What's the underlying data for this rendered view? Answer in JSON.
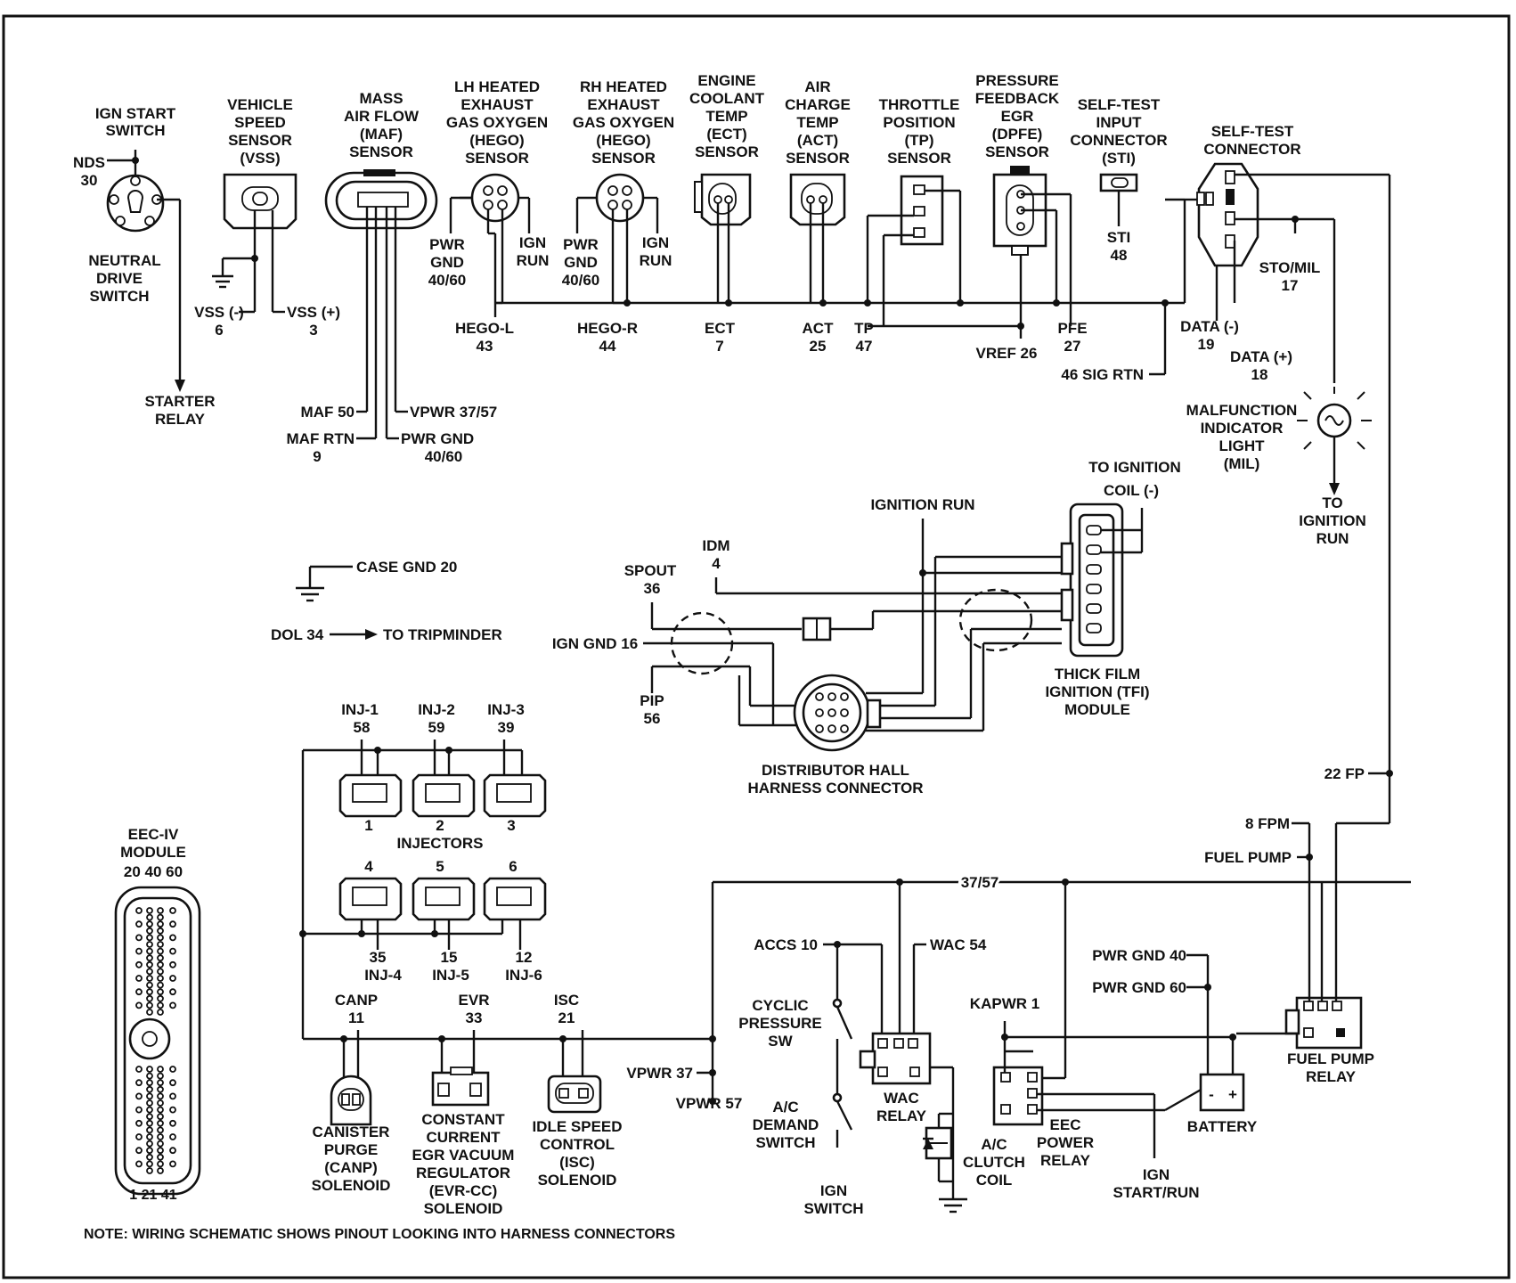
{
  "components": {
    "ign_start_switch": [
      "IGN START",
      "SWITCH"
    ],
    "vss_sensor": [
      "VEHICLE",
      "SPEED",
      "SENSOR",
      "(VSS)"
    ],
    "maf_sensor": [
      "MASS",
      "AIR FLOW",
      "(MAF)",
      "SENSOR"
    ],
    "lh_hego": [
      "LH HEATED",
      "EXHAUST",
      "GAS OXYGEN",
      "(HEGO)",
      "SENSOR"
    ],
    "rh_hego": [
      "RH HEATED",
      "EXHAUST",
      "GAS OXYGEN",
      "(HEGO)",
      "SENSOR"
    ],
    "ect_sensor": [
      "ENGINE",
      "COOLANT",
      "TEMP",
      "(ECT)",
      "SENSOR"
    ],
    "act_sensor": [
      "AIR",
      "CHARGE",
      "TEMP",
      "(ACT)",
      "SENSOR"
    ],
    "tp_sensor": [
      "THROTTLE",
      "POSITION",
      "(TP)",
      "SENSOR"
    ],
    "dpfe_sensor": [
      "PRESSURE",
      "FEEDBACK",
      "EGR",
      "(DPFE)",
      "SENSOR"
    ],
    "sti_connector": [
      "SELF-TEST",
      "INPUT",
      "CONNECTOR",
      "(STI)"
    ],
    "self_test_connector": [
      "SELF-TEST",
      "CONNECTOR"
    ],
    "neutral_drive_switch": [
      "NEUTRAL",
      "DRIVE",
      "SWITCH"
    ],
    "starter_relay": [
      "STARTER",
      "RELAY"
    ],
    "mil": [
      "MALFUNCTION",
      "INDICATOR",
      "LIGHT",
      "(MIL)"
    ],
    "to_ignition_run": [
      "TO",
      "IGNITION",
      "RUN"
    ],
    "to_ignition_coil": [
      "TO IGNITION",
      "COIL (-)"
    ],
    "tfi_module": [
      "THICK FILM",
      "IGNITION (TFI)",
      "MODULE"
    ],
    "distributor": [
      "DISTRIBUTOR HALL",
      "HARNESS CONNECTOR"
    ],
    "eec_module": [
      "EEC-IV",
      "MODULE",
      "20  40  60"
    ],
    "eec_module_bottom": "1   21   41",
    "injectors": "INJECTORS",
    "canister": [
      "CANISTER",
      "PURGE",
      "(CANP)",
      "SOLENOID"
    ],
    "evr": [
      "CONSTANT",
      "CURRENT",
      "EGR VACUUM",
      "REGULATOR",
      "(EVR-CC)",
      "SOLENOID"
    ],
    "isc": [
      "IDLE SPEED",
      "CONTROL",
      "(ISC)",
      "SOLENOID"
    ],
    "cyclic_sw": [
      "CYCLIC",
      "PRESSURE",
      "SW"
    ],
    "ac_demand": [
      "A/C",
      "DEMAND",
      "SWITCH"
    ],
    "ign_switch": [
      "IGN",
      "SWITCH"
    ],
    "wac_relay": [
      "WAC",
      "RELAY"
    ],
    "ac_clutch": [
      "A/C",
      "CLUTCH",
      "COIL"
    ],
    "eec_power_relay": [
      "EEC",
      "POWER",
      "RELAY"
    ],
    "ign_start_run": [
      "IGN",
      "START/RUN"
    ],
    "battery": "BATTERY",
    "fuel_pump_relay": [
      "FUEL PUMP",
      "RELAY"
    ]
  },
  "pins": {
    "nds": [
      "NDS",
      "30"
    ],
    "vss_neg": [
      "VSS (-)",
      "6"
    ],
    "vss_pos": [
      "VSS (+)",
      "3"
    ],
    "maf50": "MAF 50",
    "maf_rtn": [
      "MAF RTN",
      "9"
    ],
    "vpwr": "VPWR 37/57",
    "pwr_gnd": [
      "PWR GND",
      "40/60"
    ],
    "pwr_gnd_lh": [
      "PWR",
      "GND",
      "40/60"
    ],
    "ign_run_lh": [
      "IGN",
      "RUN"
    ],
    "pwr_gnd_rh": [
      "PWR",
      "GND",
      "40/60"
    ],
    "ign_run_rh": [
      "IGN",
      "RUN"
    ],
    "hego_l": [
      "HEGO-L",
      "43"
    ],
    "hego_r": [
      "HEGO-R",
      "44"
    ],
    "ect": [
      "ECT",
      "7"
    ],
    "act": [
      "ACT",
      "25"
    ],
    "tp": [
      "TP",
      "47"
    ],
    "vref": "VREF 26",
    "pfe": [
      "PFE",
      "27"
    ],
    "sig_rtn": "46  SIG RTN",
    "sti": [
      "STI",
      "48"
    ],
    "data_neg": [
      "DATA (-)",
      "19"
    ],
    "data_pos": [
      "DATA (+)",
      "18"
    ],
    "sto_mil": [
      "STO/MIL",
      "17"
    ],
    "case_gnd": "CASE GND 20",
    "dol": "DOL 34",
    "tripminder": "TO TRIPMINDER",
    "ignition_run": "IGNITION RUN",
    "idm": [
      "IDM",
      "4"
    ],
    "spout": [
      "SPOUT",
      "36"
    ],
    "ign_gnd": "IGN GND 16",
    "pip": [
      "PIP",
      "56"
    ],
    "inj1": [
      "INJ-1",
      "58"
    ],
    "inj2": [
      "INJ-2",
      "59"
    ],
    "inj3": [
      "INJ-3",
      "39"
    ],
    "inj_nums_top": [
      "1",
      "2",
      "3"
    ],
    "inj_nums_bot": [
      "4",
      "5",
      "6"
    ],
    "inj4": [
      "35",
      "INJ-4"
    ],
    "inj5": [
      "15",
      "INJ-5"
    ],
    "inj6": [
      "12",
      "INJ-6"
    ],
    "canp": [
      "CANP",
      "11"
    ],
    "evr": [
      "EVR",
      "33"
    ],
    "isc": [
      "ISC",
      "21"
    ],
    "vpwr37": "VPWR 37",
    "vpwr57": "VPWR 57",
    "accs": "ACCS 10",
    "wac": "WAC 54",
    "bus": "37/57",
    "kapwr": "KAPWR 1",
    "pwr_gnd40": "PWR GND 40",
    "pwr_gnd60": "PWR GND 60",
    "fp22": "22 FP",
    "fpm8": "8 FPM",
    "fuel_pump": "FUEL PUMP",
    "batt_neg": "-",
    "batt_pos": "+"
  },
  "note": "NOTE: WIRING SCHEMATIC SHOWS PINOUT LOOKING INTO HARNESS CONNECTORS"
}
